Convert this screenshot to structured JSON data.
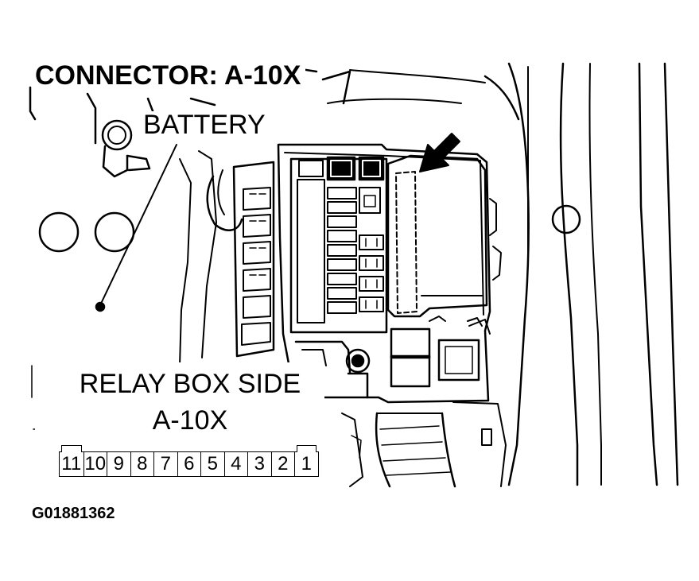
{
  "title": "CONNECTOR: A-10X",
  "battery_label": "BATTERY",
  "relay_box": {
    "title": "RELAY BOX SIDE",
    "connector_code": "A-10X",
    "pins": [
      "11",
      "10",
      "9",
      "8",
      "7",
      "6",
      "5",
      "4",
      "3",
      "2",
      "1"
    ]
  },
  "figure_code": "G01881362",
  "colors": {
    "line": "#000000",
    "background": "#ffffff"
  },
  "icons": {
    "pointer": "arrow-icon"
  }
}
